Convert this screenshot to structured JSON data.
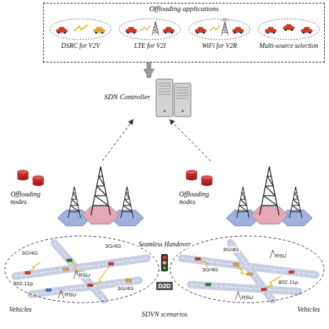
{
  "diagram": {
    "nodes": [
      {
        "text": [
          "Offloading applications"
        ]
      },
      {
        "text": [
          "DSRC for V2V"
        ],
        "in": 0
      },
      {
        "text": [
          "LTE for V2I"
        ],
        "in": 0
      },
      {
        "text": [
          "WiFi for V2R"
        ],
        "in": 0
      },
      {
        "text": [
          "Multi-source selection"
        ],
        "in": 0
      },
      {
        "text": [
          "SDN Controller"
        ]
      },
      {
        "text": [
          "Offloading nodes"
        ]
      },
      {
        "text": [
          "Offloading nodes"
        ]
      },
      {
        "text": [
          "Vehicles"
        ]
      },
      {
        "text": [
          "Vehicles"
        ]
      }
    ],
    "edges": [
      {
        "from": 0,
        "to": 5,
        "arrow": "to"
      },
      {
        "from": 6,
        "to": 5,
        "arrow": "to"
      },
      {
        "from": 7,
        "to": 5,
        "arrow": "to"
      },
      {
        "from": 8,
        "to": 9,
        "label": "Seamless Handover",
        "arrow": "both"
      },
      {
        "from": 8,
        "to": 9,
        "label": "D2D",
        "arrow": "both"
      }
    ],
    "labels": [
      "3G/4G",
      "802.11p",
      "3G/4G",
      "RSU",
      "RSU",
      "3G/4G",
      "RSU",
      "3G/4G",
      "802.11p",
      "RSU",
      "3G/4G",
      "SDVN scenarios"
    ]
  }
}
